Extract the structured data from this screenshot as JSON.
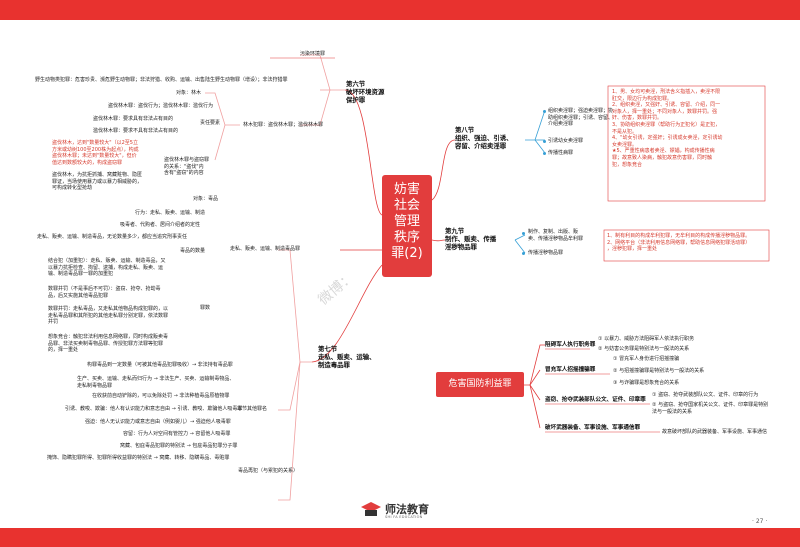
{
  "center": {
    "title": "妨害\n社会\n管理\n秩序\n罪(2)"
  },
  "center2": {
    "title": "危害国防利益罪"
  },
  "watermark": "微博：",
  "logo": {
    "name": "师法教育",
    "sub": "SHI FA EDUCATION"
  },
  "page_number": "· 27 ·",
  "section6": {
    "title": "第六节\n破坏环境资源\n保护罪",
    "pollution": "污染环境罪",
    "wildlife": "野生动物类犯罪：危害珍贵、濒危野生动物罪；非法狩猎、收购、运输、出售陆生野生动物罪（增设）；非法狩猎罪",
    "forest_head": "林木犯罪：盗伐林木罪；滥伐林木罪",
    "obj": "对象：林木",
    "liability": "责任要素",
    "l1": "盗伐林木罪：盗伐行为；滥伐林木罪：滥伐行为",
    "l2": "盗伐林木罪：要求具有非法占有目的",
    "l3": "滥伐林木罪：要求不具有非法占有目的",
    "robbery": "盗伐林木罪与盗窃罪\n的关系：\"盗伐\"内\n含有\"盗窃\"的内容",
    "note_red": "盗伐林木，达到\"数量较大\"（以2至5立\n方米或幼树100至200株为起点），构成\n盗伐林木罪；未达到\"数量较大\"，但价\n值达到数额较大的，构成盗窃罪",
    "note_black": "盗伐林木，为抗拒抓捕、窝藏赃物、隐匿\n罪证，当场使用暴力或以暴力相威胁的，\n可构成转化型抢劫"
  },
  "section8": {
    "title": "第八节\n组织、强迫、引诱、\n容留、介绍卖淫罪",
    "items": [
      "组织卖淫罪；强迫卖淫罪；协\n助组织卖淫罪；引诱、容留、\n介绍卖淫罪",
      "引诱幼女卖淫罪",
      "传播性病罪"
    ],
    "notes": "1、男、女均可卖淫，刑法含义指插入，卖淫不限\n   肛交，限边行为构成犯罪。\n2、组织卖淫，又强奸、引诱、容留、介绍，同一\n   对象人，择一重处；不同对象人，数罪并罚。强\n   奸、伤害，数罪并罚。\n3、协助组织卖淫罪（帮助行为正犯化）是正犯，\n   不是从犯。\n4、\"幼女引诱，定强奸；引诱成女卖淫，定引诱幼\n   女卖淫罪。\n★5、严重性病患者卖淫、嫖娼，构成传播性病\n   罪；故意致人染病，触犯故意伤害罪，同时触\n   犯，想象竞合"
  },
  "section9": {
    "title": "第九节\n制作、贩卖、传播\n淫秽物品罪",
    "items": [
      "制作、复制、出版、贩\n卖、传播淫秽物品牟利罪",
      "传播淫秽物品罪"
    ],
    "notes": "1、制有利目的构成牟利犯罪，无牟利目的构成传播淫秽物品罪。\n2、网络平台（非法利用信息网络罪，帮助信息网络犯罪活动罪）\n   ，淫秽犯罪，择一重处"
  },
  "section7": {
    "title": "第七节\n走私、贩卖、运输、\n制造毒品罪",
    "main": "走私、贩卖、运输、制造毒品罪",
    "subs": [
      "对象：毒品",
      "行为：走私、贩卖、运输、制造",
      "吸毒者、代购者、居间介绍者的定性",
      "走私、贩卖、运输、制造毒品，无论数量多少，都应当追究刑事责任"
    ],
    "quantity": "毒品的数量",
    "count_label": "罪数",
    "count_items": [
      "结合犯（加重犯）：走私、贩卖、运输、制造毒品，又\n以暴力抗拒检查、拘留、逮捕，构成走私、贩卖、运\n输、制造毒品罪一罪的加重犯",
      "数罪并罚（不是事后不可罚）：盗窃、抢夺、抢劫毒\n品，后又实施其他毒品犯罪",
      "数罪并罚：走私毒品，又走私其他物品构成犯罪的，以\n走私毒品罪和其所犯的其他走私罪分别定罪，依法数罪\n并罚",
      "想象竞合：触犯非法利用信息网络罪，同时构成贩卖毒\n品罪、非法买卖制毒物品罪、传授犯罪方法罪等犯罪\n的，择一重处"
    ],
    "other": "本节其他罪名",
    "others": [
      "构罪毒品到一定数量（可被其他毒品犯罪吸收）→ 非法持有毒品罪",
      "生产、买卖、运输、走私而归行为 → 非法生产、买卖、运输制毒物品、\n走私制毒物品罪",
      "在收获前自动铲除的，可以免除处罚 → 非法种植毒品原植物罪",
      "引诱、教唆、欺骗：他人有认识能力和意志自由 → 引诱、教唆、欺骗他人吸毒罪",
      "强迫：他人无认识能力或意志自由（例如婴儿）→ 强迫他人吸毒罪",
      "容留：行为人对空间有管控力 → 容留他人吸毒罪",
      "窝藏、包庇毒品犯罪的特别法 → 包庇毒品犯罪分子罪",
      "掩饰、隐瞒犯罪所得、犯罪所得收益罪的特别法 → 窝藏、转移、隐瞒毒品、毒赃罪"
    ],
    "last": "毒品再犯（与累犯的关系）"
  },
  "defense": {
    "items": [
      {
        "label": "阻碍军人执行职务罪",
        "subs": [
          "① 以暴力、威胁方法阻碍军人依法执行职务",
          "② 与妨害公务罪是特别法与一般法的关系"
        ]
      },
      {
        "label": "冒充军人招摇撞骗罪",
        "subs": [
          "① 冒充军人身份进行招摇撞骗",
          "② 与招摇撞骗罪是特别法与一般法的关系",
          "③ 与诈骗罪是想象竞合的关系"
        ]
      },
      {
        "label": "盗窃、抢夺武装部队公文、证件、印章罪",
        "subs": [
          "① 盗窃、抢夺武装部队公文、证件、印章的行为",
          "② 与盗窃、抢夺国家机关公文、证件、印章罪是特别法与一般法的关系"
        ]
      },
      {
        "label": "破坏武器装备、军事设施、军事通信罪",
        "subs": [
          "故意破坏部队的武器装备、军事设施、军事通信"
        ]
      }
    ]
  }
}
